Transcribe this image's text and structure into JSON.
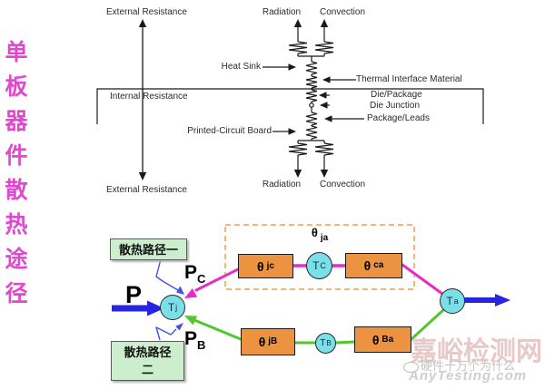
{
  "side_title": {
    "chars": [
      "单",
      "板",
      "器",
      "件",
      "散",
      "热",
      "途",
      "径"
    ],
    "color": "#e049cf"
  },
  "top_diagram": {
    "external_resistance_top": "External Resistance",
    "radiation_top": "Radiation",
    "convection_top": "Convection",
    "heat_sink": "Heat Sink",
    "thermal_interface_material": "Thermal Interface Material",
    "internal_resistance": "Internal Resistance",
    "die_package": "Die/Package",
    "die_junction": "Die Junction",
    "package_leads": "Package/Leads",
    "printed_circuit_board": "Printed-Circuit Board",
    "radiation_bottom": "Radiation",
    "convection_bottom": "Convection",
    "external_resistance_bottom": "External Resistance"
  },
  "network": {
    "callout_path1": "散热路径一",
    "callout_path2_line1": "散热路径",
    "callout_path2_line2": "二",
    "power_in": "P",
    "power_case": {
      "main": "P",
      "sub": "C"
    },
    "power_board": {
      "main": "P",
      "sub": "B"
    },
    "nodes": {
      "tj": {
        "main": "T",
        "sub": "j"
      },
      "tc": {
        "main": "T",
        "sub": "C"
      },
      "tb": {
        "main": "T",
        "sub": "B"
      },
      "ta": {
        "main": "T",
        "sub": "a"
      }
    },
    "resistances": {
      "theta_ja": {
        "symbol": "θ",
        "sub": "ja"
      },
      "theta_jc": {
        "symbol": "θ",
        "sub": "jc"
      },
      "theta_ca": {
        "symbol": "θ",
        "sub": "ca"
      },
      "theta_jb": {
        "symbol": "θ",
        "sub": "jB"
      },
      "theta_ba": {
        "symbol": "θ",
        "sub": "Ba"
      }
    },
    "colors": {
      "case_path": "#e82ac8",
      "board_path": "#53c62f",
      "power_arrow": "#2525e2",
      "callout_pointer": "#4450e6",
      "resistor_box": "#ec9341",
      "node_fill": "#7bdfe8",
      "callout_box": "#cdeecd",
      "dashed_group": "#f2b678"
    }
  },
  "watermark": {
    "brand": "嘉峪检测网",
    "caption": "硬件十万个为什么",
    "site": "AnyTesting.com"
  }
}
